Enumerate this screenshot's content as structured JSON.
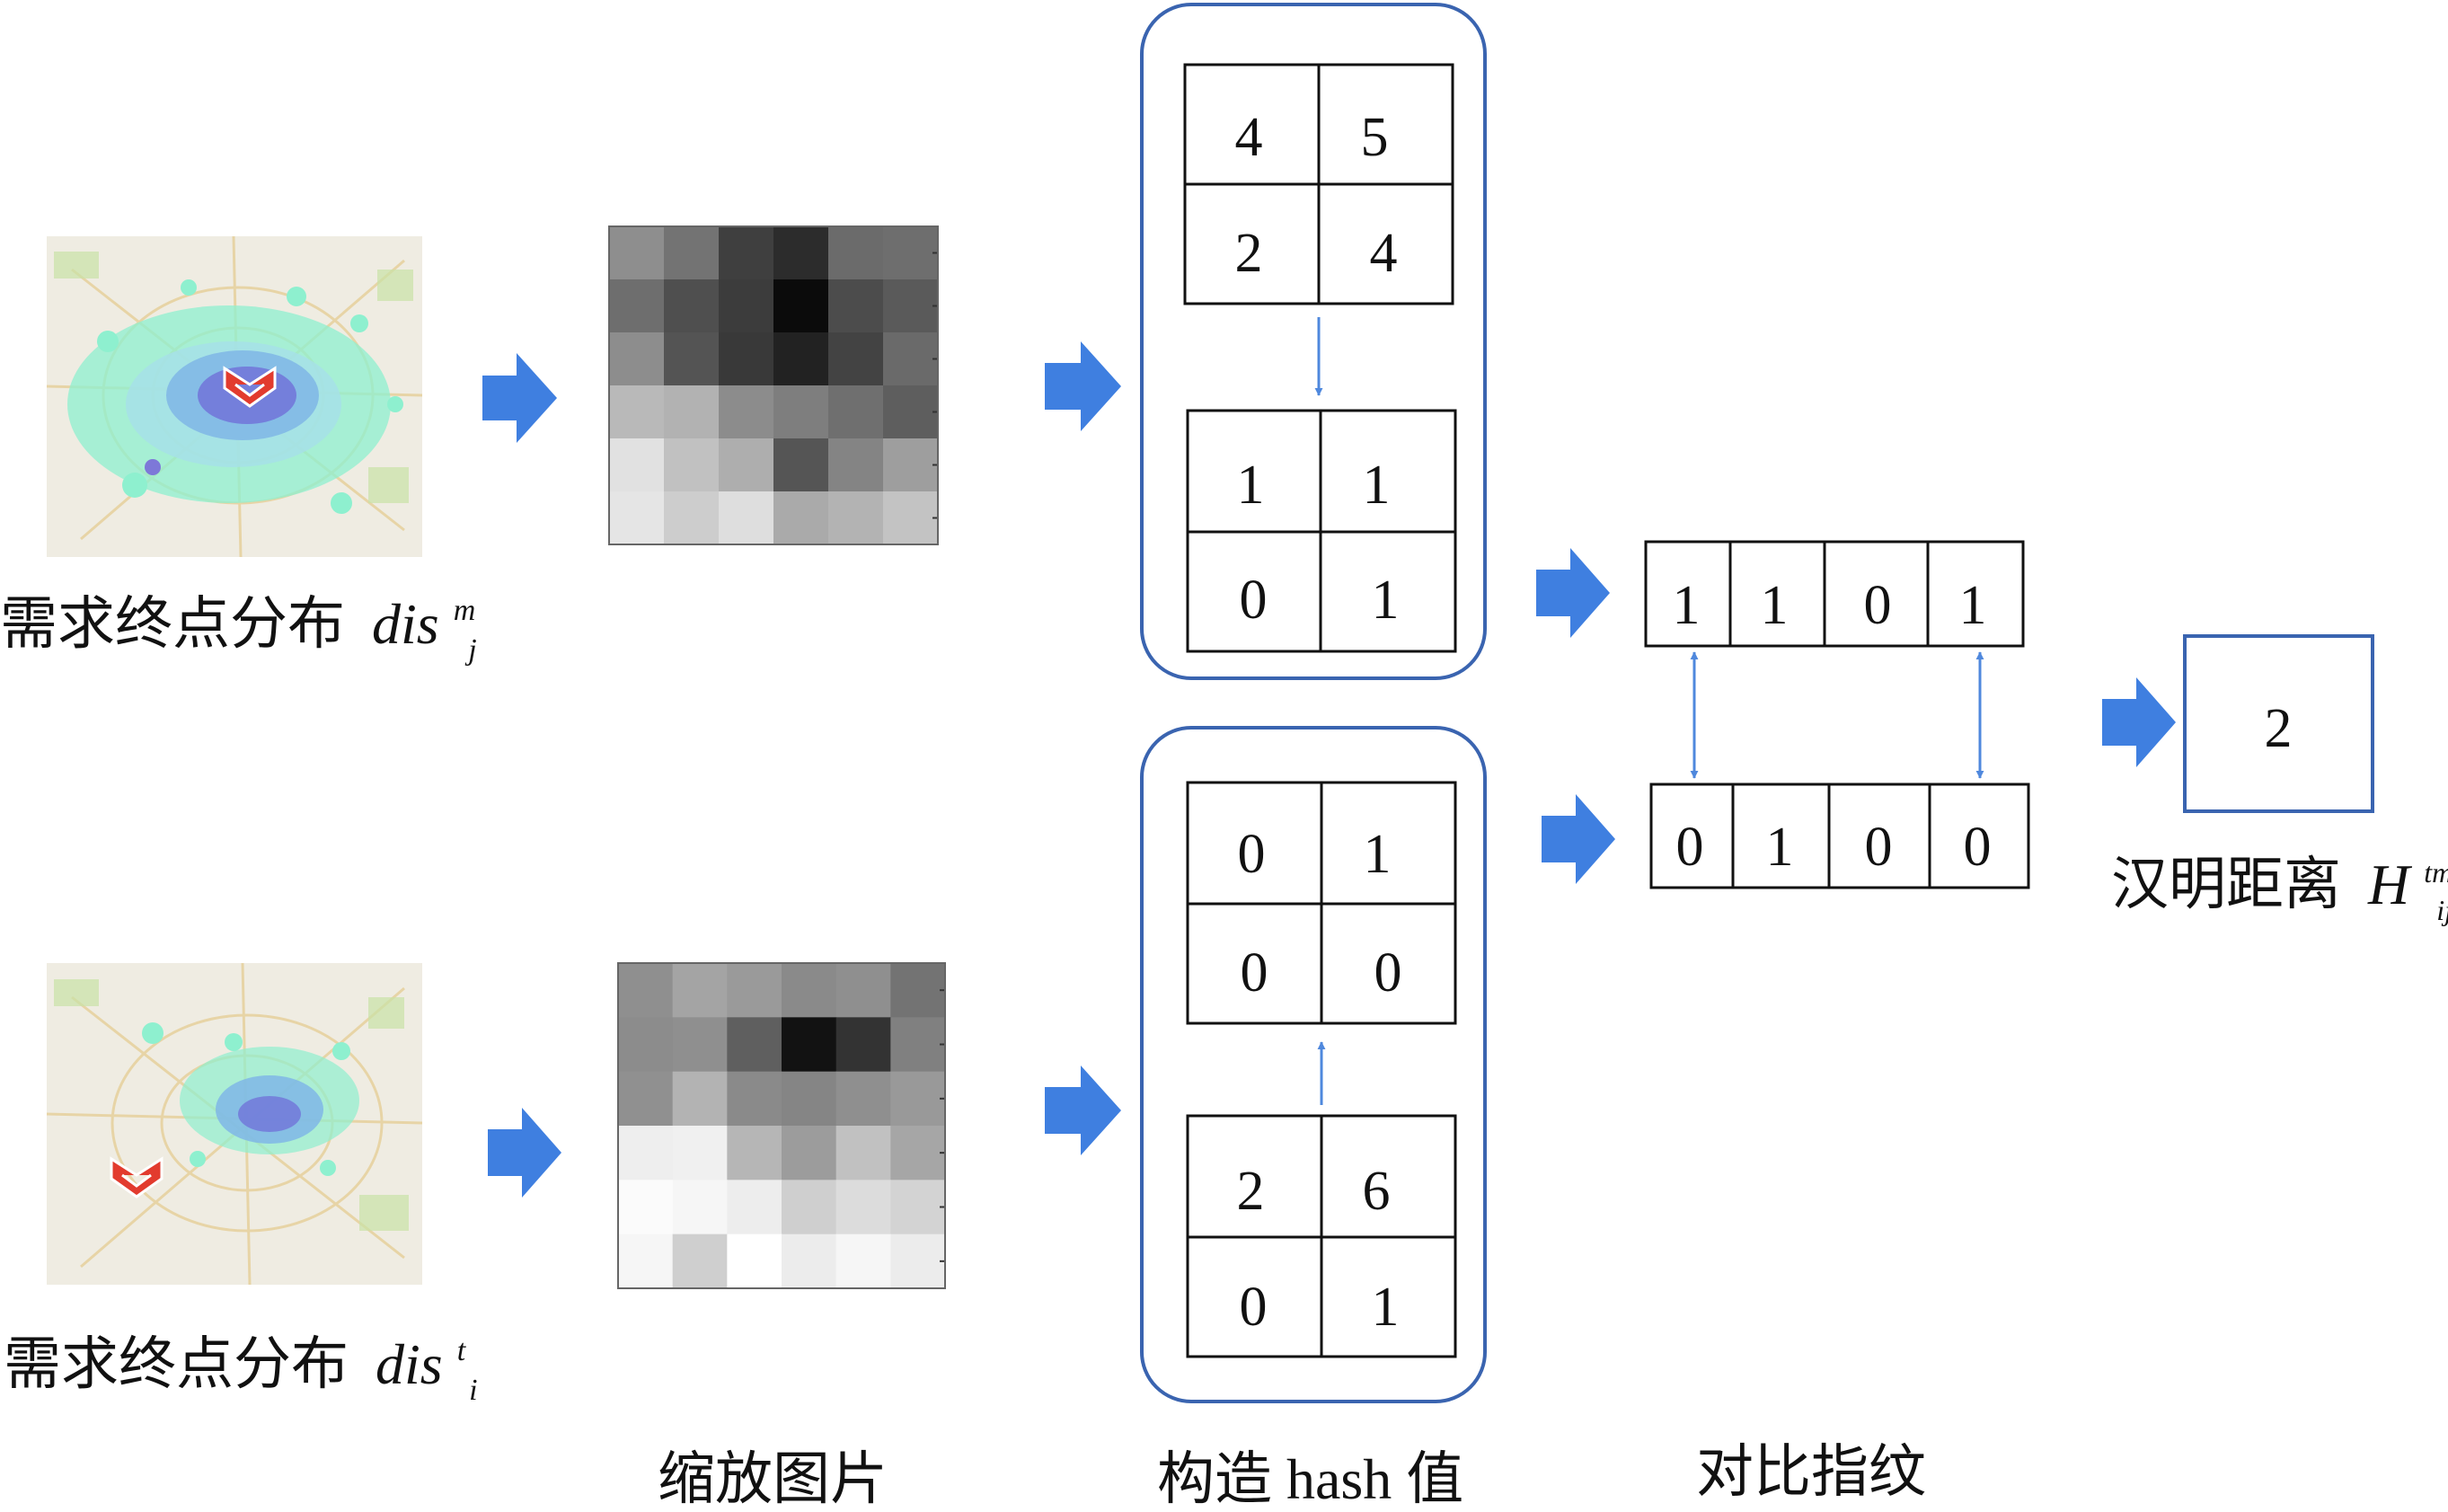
{
  "rows": {
    "top": {
      "label": "需求终点分布",
      "var": "dis",
      "var_sup": "m",
      "var_sub": "j",
      "grid_counts": [
        [
          "4",
          "5"
        ],
        [
          "2",
          "4"
        ]
      ],
      "grid_hash": [
        [
          "1",
          "1"
        ],
        [
          "0",
          "1"
        ]
      ],
      "fingerprint": [
        "1",
        "1",
        "0",
        "1"
      ],
      "pixel_gray": [
        [
          "#8e8e8e",
          "#737373",
          "#3f3f3f",
          "#2c2c2c",
          "#6b6b6b",
          "#6e6e6e"
        ],
        [
          "#6e6e6e",
          "#4f4f4f",
          "#3c3c3c",
          "#0b0b0b",
          "#4c4c4c",
          "#5a5a5a"
        ],
        [
          "#8d8d8d",
          "#545454",
          "#393939",
          "#222222",
          "#434343",
          "#6a6a6a"
        ],
        [
          "#b9b9b9",
          "#b2b2b2",
          "#8c8c8c",
          "#7e7e7e",
          "#6f6f6f",
          "#5e5e5e"
        ],
        [
          "#e1e1e1",
          "#c1c1c1",
          "#aeaeae",
          "#555555",
          "#848484",
          "#9e9e9e"
        ],
        [
          "#e5e5e5",
          "#cdcdcd",
          "#dedede",
          "#aaaaaa",
          "#b3b3b3",
          "#c3c3c3"
        ]
      ]
    },
    "bottom": {
      "label": "需求终点分布",
      "var": "dis",
      "var_sup": "t",
      "var_sub": "i",
      "grid_counts": [
        [
          "2",
          "6"
        ],
        [
          "0",
          "1"
        ]
      ],
      "grid_hash": [
        [
          "0",
          "1"
        ],
        [
          "0",
          "0"
        ]
      ],
      "fingerprint": [
        "0",
        "1",
        "0",
        "0"
      ],
      "pixel_gray": [
        [
          "#8f8f8f",
          "#a4a4a4",
          "#9a9a9a",
          "#8a8a8a",
          "#8f8f8f",
          "#737373"
        ],
        [
          "#8c8c8c",
          "#8f8f8f",
          "#5f5f5f",
          "#121212",
          "#333333",
          "#808080"
        ],
        [
          "#909090",
          "#b3b3b3",
          "#8a8a8a",
          "#858585",
          "#8f8f8f",
          "#999999"
        ],
        [
          "#eeeeee",
          "#f0f0f0",
          "#b6b6b6",
          "#9c9c9c",
          "#c1c1c1",
          "#a6a6a6"
        ],
        [
          "#fbfbfb",
          "#f6f6f6",
          "#ededed",
          "#cfcfcf",
          "#dcdcdc",
          "#d3d3d3"
        ],
        [
          "#f6f6f6",
          "#cfcfcf",
          "#ffffff",
          "#ececec",
          "#f6f6f6",
          "#ececec"
        ]
      ]
    }
  },
  "result": {
    "value": "2",
    "label": "汉明距离",
    "var": "H",
    "var_sup": "tm",
    "var_sub": "ij"
  },
  "captions": {
    "step1": "缩放图片",
    "step2": "构造 hash 值",
    "step3": "对比指纹"
  },
  "colors": {
    "arrow_fill": "#3f7fe0",
    "arrow_thin": "#4f88dd",
    "panel_border": "#3a64b0",
    "map_bg": "#efece2",
    "map_marker": "#e23b2e",
    "heat_light": "#8ef0cf",
    "heat_mid": "#7fb6e6",
    "heat_dense": "#6f6fd8"
  },
  "icons": {
    "step_arrow": "right-block-arrow-icon",
    "map_marker": "chevron-marker-icon"
  }
}
